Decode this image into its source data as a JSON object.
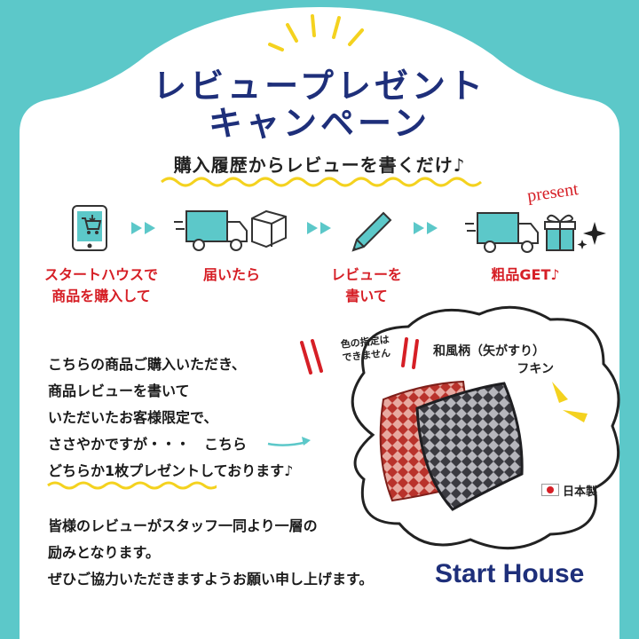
{
  "title": {
    "line1": "レビュープレゼント",
    "line2": "キャンペーン"
  },
  "subtitle": "購入履歴からレビューを書くだけ♪",
  "steps": [
    {
      "icon": "smartphone-cart-icon",
      "lines": [
        "スタートハウスで",
        "商品を購入して"
      ]
    },
    {
      "icon": "delivery-truck-box-icon",
      "lines": [
        "届いたら"
      ]
    },
    {
      "icon": "pencil-icon",
      "lines": [
        "レビューを",
        "書いて"
      ]
    },
    {
      "icon": "truck-gift-icon",
      "lines": [
        "粗品GET♪"
      ]
    }
  ],
  "present_label": "present",
  "product": {
    "name_line1": "和風柄（矢がすり）",
    "name_line2": "フキン",
    "color_note_line1": "色の指定は",
    "color_note_line2": "できません",
    "origin": "日本製"
  },
  "body": {
    "para1": [
      "こちらの商品ご購入いただき、",
      "商品レビューを書いて",
      "いただいたお客様限定で、",
      "ささやかですが・・・　こちら",
      "どちらか1枚プレゼントしております♪"
    ],
    "para2": [
      "皆様のレビューがスタッフ一同より一層の",
      "励みとなります。",
      "ぜひご協力いただきますようお願い申し上げます。"
    ]
  },
  "brand": "Start House",
  "colors": {
    "background": "#5cc8c9",
    "panel": "#ffffff",
    "title": "#1e2f7a",
    "accent_red": "#d61f26",
    "highlight_yellow": "#f4d21f",
    "icon_teal": "#5cc8c9"
  }
}
